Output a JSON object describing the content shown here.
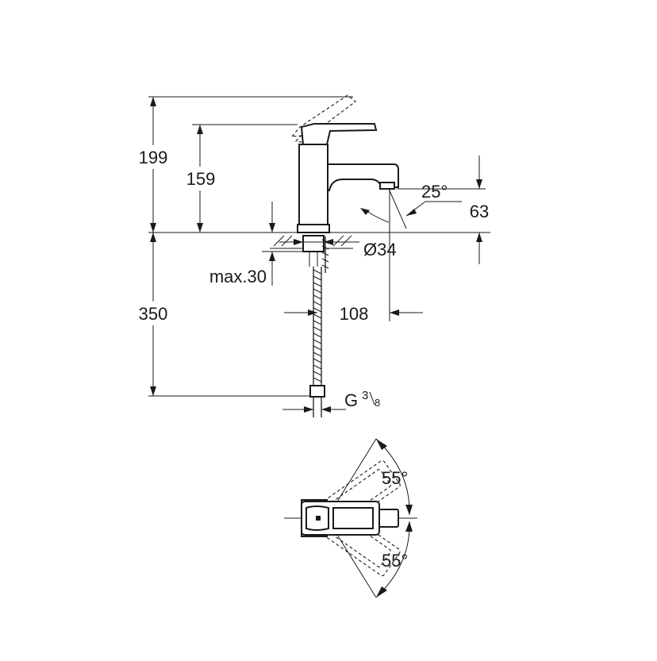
{
  "dimensions": {
    "total_height": "199",
    "lever_height": "159",
    "spout_height": "63",
    "spout_angle": "25°",
    "hole_diameter": "Ø34",
    "max_deck": "max.30",
    "spout_reach": "108",
    "hose_length": "350",
    "thread_prefix": "G",
    "thread_num": "3",
    "thread_den": "8",
    "rotation_top": "55°",
    "rotation_bottom": "55°"
  }
}
